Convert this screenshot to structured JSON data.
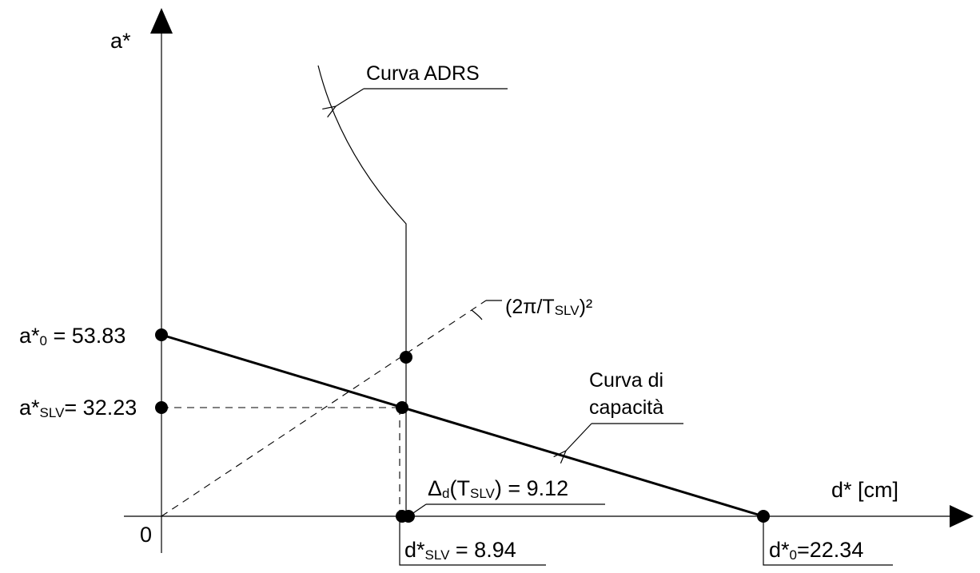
{
  "axes": {
    "y_label": "a*",
    "x_label": "d* [cm]",
    "origin_label": "0"
  },
  "labels": {
    "adrs": "Curva ADRS",
    "capacity_line1": "Curva di",
    "capacity_line2": "capacità",
    "slope_prefix": "(2π/T",
    "slope_sub": "SLV",
    "slope_suffix": ")²",
    "a0_main": "a*",
    "a0_sub": "0",
    "a0_value": " = 53.83",
    "aslv_main": "a*",
    "aslv_sub": "SLV",
    "aslv_value": "= 32.23",
    "delta_main": "Δ",
    "delta_sub": "d",
    "delta_open": "(T",
    "delta_sub2": "SLV",
    "delta_value": ") = 9.12",
    "dslv_main": "d*",
    "dslv_sub": "SLV",
    "dslv_value": " = 8.94",
    "d0_main": "d*",
    "d0_sub": "0",
    "d0_value": "=22.34"
  },
  "values": {
    "a0": 53.83,
    "a_slv": 32.23,
    "delta_d": 9.12,
    "d_slv": 8.94,
    "d0": 22.34
  }
}
